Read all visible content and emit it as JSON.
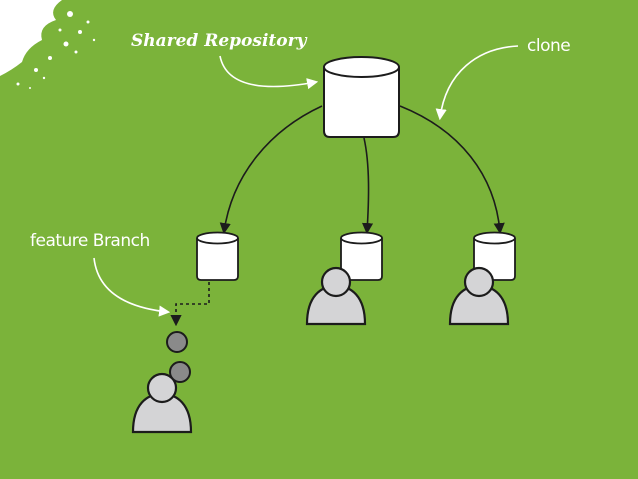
{
  "labels": {
    "shared_repository": "Shared Repository",
    "clone": "clone",
    "feature_branch": "feature Branch"
  },
  "colors": {
    "background": "#7bb33a",
    "repository_fill": "#ffffff",
    "outline": "#1c1c1c",
    "person_fill": "#d4d4d6",
    "commit_fill": "#8a8a8a"
  }
}
